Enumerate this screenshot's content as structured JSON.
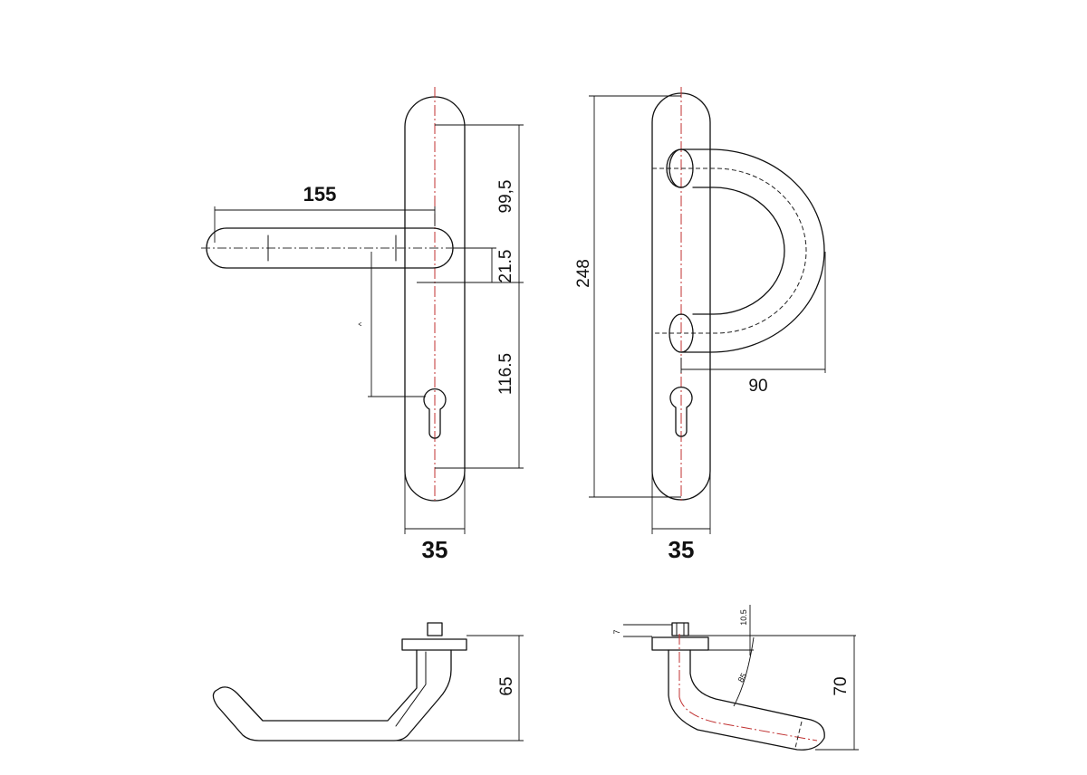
{
  "dimensions": {
    "lever_length": "155",
    "upper_distance": "99,5",
    "lever_offset": "21.5",
    "lower_distance": "116.5",
    "plate_width_left": "35",
    "plate_height": "248",
    "pull_projection": "90",
    "plate_width_right": "35",
    "lever_height": "65",
    "pull_height": "70",
    "small_7": "7",
    "small_10_5": "10.5",
    "angle_mark": "85"
  },
  "small_marks": {
    "arrow_mark": "^"
  }
}
